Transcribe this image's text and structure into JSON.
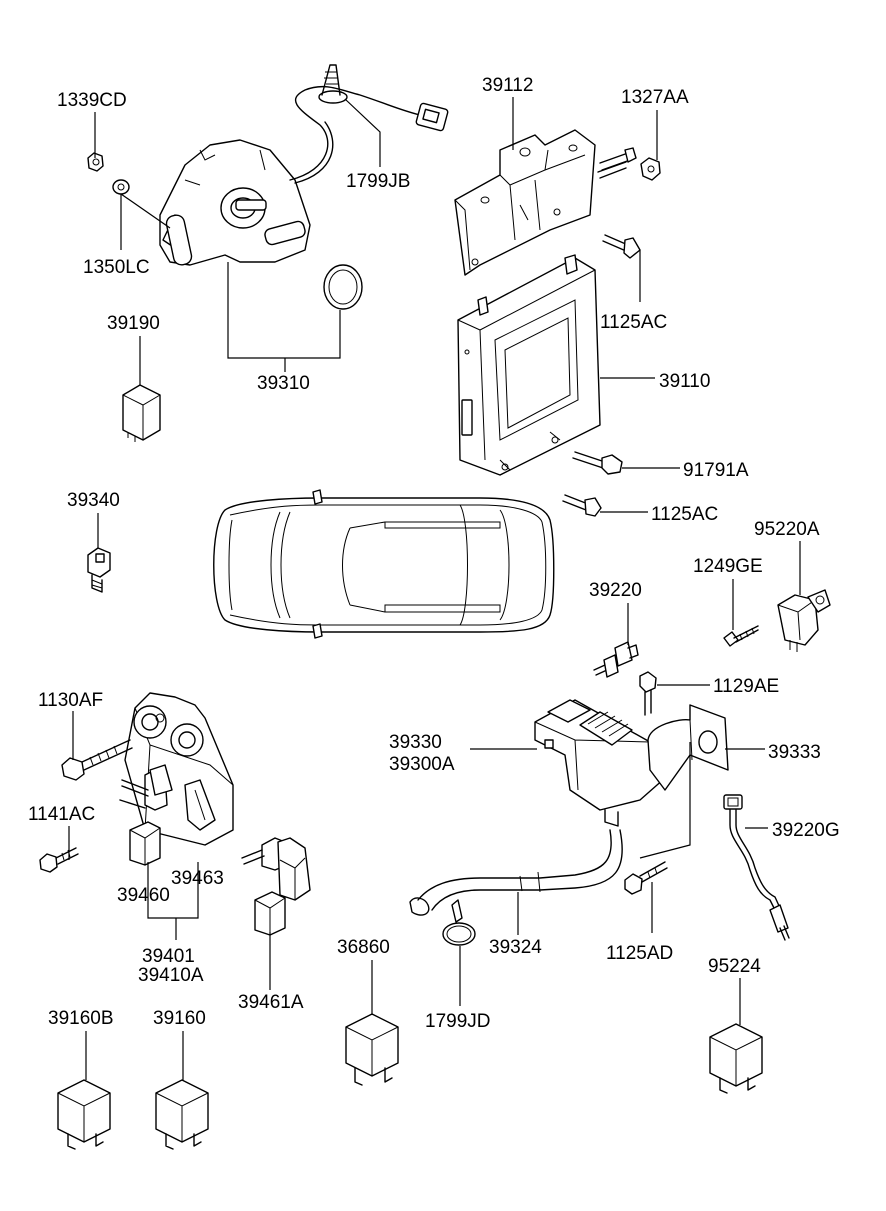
{
  "labels": {
    "p1339CD": "1339CD",
    "p1350LC": "1350LC",
    "p1799JB": "1799JB",
    "p39310": "39310",
    "p39190": "39190",
    "p39340": "39340",
    "p39112": "39112",
    "p1327AA": "1327AA",
    "p1125AC_top": "1125AC",
    "p39110": "39110",
    "p91791A": "91791A",
    "p1125AC_mid": "1125AC",
    "p95220A": "95220A",
    "p1249GE": "1249GE",
    "p39220": "39220",
    "p1129AE": "1129AE",
    "p39330": "39330",
    "p39300A": "39300A",
    "p39333": "39333",
    "p39220G": "39220G",
    "p1125AD": "1125AD",
    "p95224": "95224",
    "p1130AF": "1130AF",
    "p1141AC": "1141AC",
    "p39460": "39460",
    "p39463": "39463",
    "p39401": "39401",
    "p39410A": "39410A",
    "p39461A": "39461A",
    "p36860": "36860",
    "p1799JD": "1799JD",
    "p39324": "39324",
    "p39160B": "39160B",
    "p39160": "39160"
  }
}
